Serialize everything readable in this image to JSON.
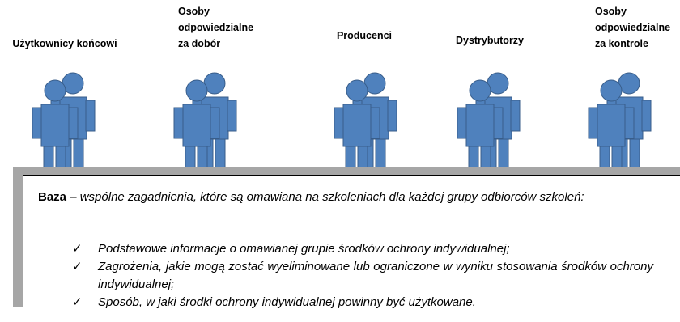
{
  "groups": [
    {
      "label": "Użytkownicy końcowi"
    },
    {
      "label": "Osoby\nodpowiedzialne\nza dobór"
    },
    {
      "label": "Producenci"
    },
    {
      "label": "Dystrybutorzy"
    },
    {
      "label": "Osoby\nodpowiedzialne\nza kontrole"
    }
  ],
  "base": {
    "term": "Baza",
    "dash": " – ",
    "description": "wspólne zagadnienia, które są omawiana na szkoleniach dla każdej grupy odbiorców szkoleń:",
    "items": [
      {
        "check": "✓",
        "text": "Podstawowe informacje o omawianej grupie środków ochrony indywidualnej;"
      },
      {
        "check": "✓",
        "text": "Zagrożenia, jakie mogą zostać wyeliminowane lub ograniczone w wyniku stosowania środków ochrony indywidualnej;"
      },
      {
        "check": "✓",
        "text": "Sposób, w jaki środki ochrony indywidualnej powinny być użytkowane."
      }
    ]
  },
  "colors": {
    "icon_fill": "#4f81bd",
    "icon_stroke": "#385d8a",
    "band": "#a6a6a6"
  }
}
